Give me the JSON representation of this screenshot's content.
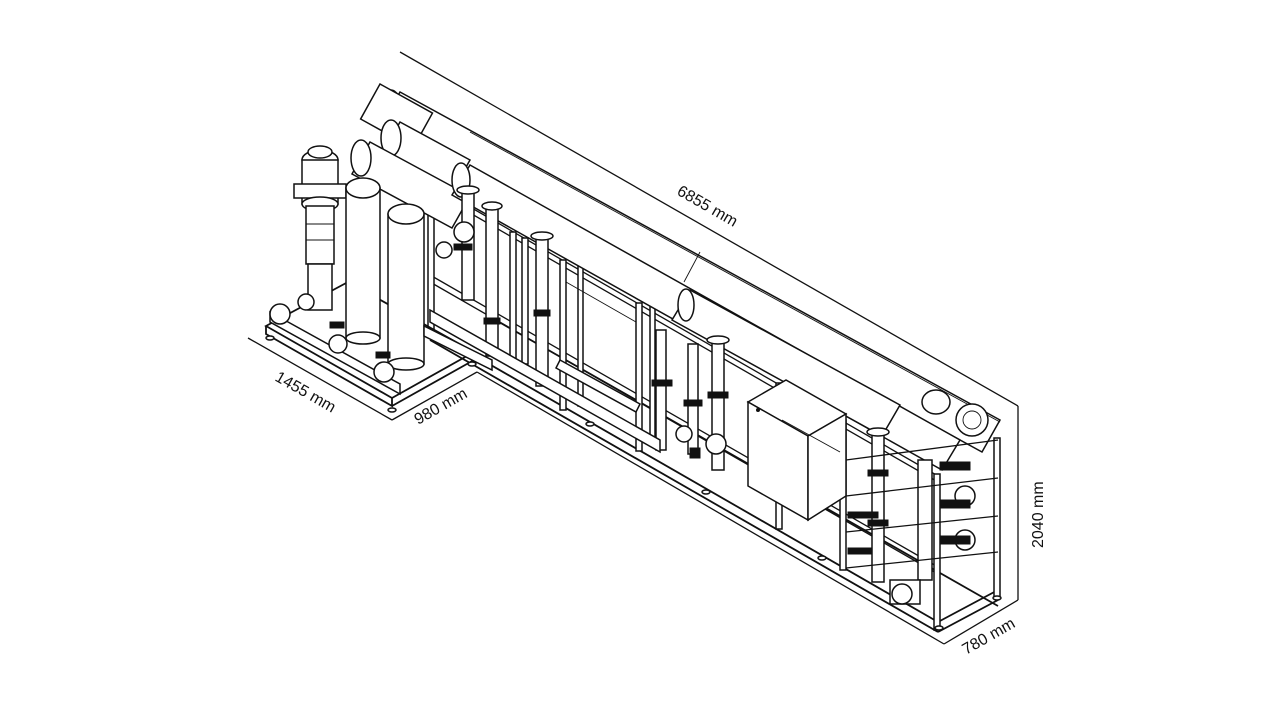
{
  "dimensions": {
    "length": "6855 mm",
    "depth_skid": "1455 mm",
    "width_skid": "980 mm",
    "height": "2040 mm",
    "depth_main": "780 mm"
  },
  "colors": {
    "line": "#111111",
    "background": "#ffffff"
  }
}
